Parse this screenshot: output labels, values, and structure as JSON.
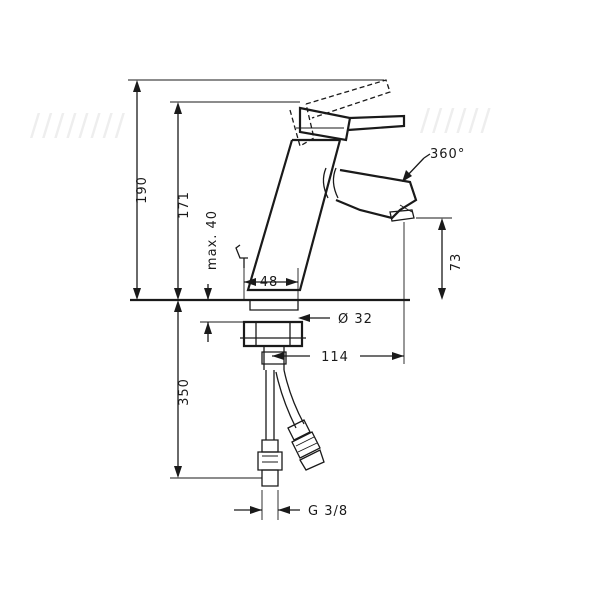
{
  "dimensions": {
    "overall_height": "190",
    "body_height": "171",
    "max_deck": "max. 40",
    "base_diameter_top": "48",
    "spout_height": "73",
    "base_diameter": "Ø 32",
    "reach": "114",
    "hose_length": "350",
    "thread": "G 3/8",
    "rotation": "360°"
  }
}
